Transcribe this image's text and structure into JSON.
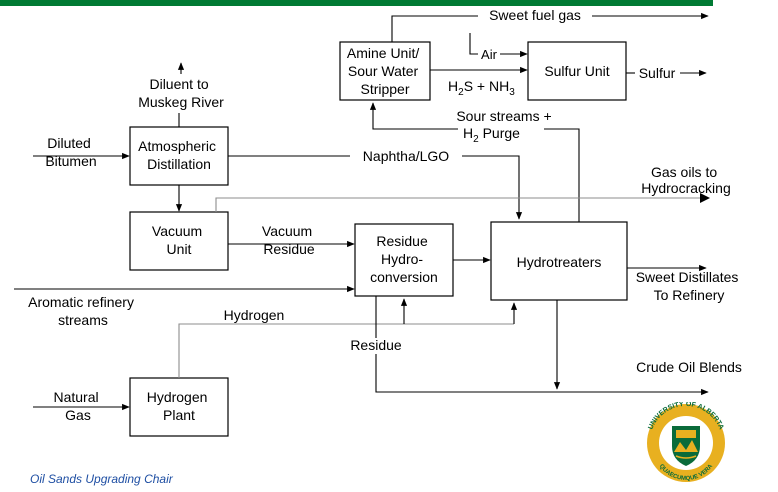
{
  "footer": "Oil Sands Upgrading Chair",
  "logo": {
    "text_top": "UNIVERSITY OF ALBERTA",
    "text_bottom": "QUAECUMQUE VERA",
    "color_ring": "#e8b020",
    "color_shield": "#0a6b3a"
  },
  "boxes": {
    "amine": [
      "Amine Unit/",
      "Sour Water",
      "Stripper"
    ],
    "sulfur": [
      "Sulfur Unit"
    ],
    "atm": [
      "Atmospheric",
      "Distillation"
    ],
    "vacuum": [
      "Vacuum",
      "Unit"
    ],
    "residue_hc": [
      "Residue",
      "Hydro-",
      "conversion"
    ],
    "hydrotreaters": [
      "Hydrotreaters"
    ],
    "hydrogen_plant": [
      "Hydrogen",
      "Plant"
    ]
  },
  "labels": {
    "sweet_fuel_gas": "Sweet fuel gas",
    "air": "Air",
    "h2s_nh3": "H",
    "h2s_nh3_a": "2",
    "h2s_nh3_b": "S + NH",
    "h2s_nh3_c": "3",
    "sulfur": "Sulfur",
    "diluent_1": "Diluent to",
    "diluent_2": "Muskeg River",
    "sour_1": "Sour streams +",
    "sour_2a": "H",
    "sour_2b": "2",
    "sour_2c": " Purge",
    "diluted_1": "Diluted",
    "diluted_2": "Bitumen",
    "naphtha": "Naphtha/LGO",
    "gas_oils_1": "Gas oils to",
    "gas_oils_2": "Hydrocracking",
    "vac_res_1": "Vacuum",
    "vac_res_2": "Residue",
    "sweet_dist_1": "Sweet Distillates",
    "sweet_dist_2": "To Refinery",
    "aromatic_1": "Aromatic refinery",
    "aromatic_2": "streams",
    "hydrogen": "Hydrogen",
    "residue": "Residue",
    "crude_blends": "Crude Oil Blends",
    "natural_1": "Natural",
    "natural_2": "Gas"
  }
}
